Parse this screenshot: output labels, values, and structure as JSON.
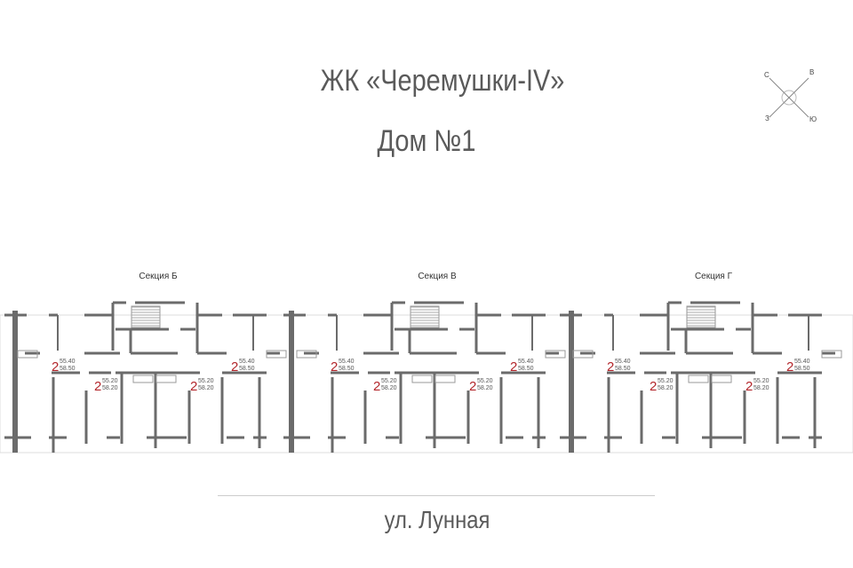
{
  "title": "ЖК «Черемушки-IV»",
  "house": "Дом №1",
  "street": "ул. Лунная",
  "compass": {
    "n": "С",
    "e": "В",
    "s": "Ю",
    "w": "З"
  },
  "sections": [
    {
      "name": "Секция Б",
      "units": [
        {
          "rooms": "2",
          "a": "55.40",
          "b": "58.50"
        },
        {
          "rooms": "2",
          "a": "55.20",
          "b": "58.20"
        },
        {
          "rooms": "2",
          "a": "55.20",
          "b": "58.20"
        },
        {
          "rooms": "2",
          "a": "55.40",
          "b": "58.50"
        }
      ]
    },
    {
      "name": "Секция В",
      "units": [
        {
          "rooms": "2",
          "a": "55.40",
          "b": "58.50"
        },
        {
          "rooms": "2",
          "a": "55.20",
          "b": "58.20"
        },
        {
          "rooms": "2",
          "a": "55.20",
          "b": "58.20"
        },
        {
          "rooms": "2",
          "a": "55.40",
          "b": "58.50"
        }
      ]
    },
    {
      "name": "Секция Г",
      "units": [
        {
          "rooms": "2",
          "a": "55.40",
          "b": "58.50"
        },
        {
          "rooms": "2",
          "a": "55.20",
          "b": "58.20"
        },
        {
          "rooms": "2",
          "a": "55.20",
          "b": "58.20"
        },
        {
          "rooms": "2",
          "a": "55.40",
          "b": "58.50"
        }
      ]
    }
  ],
  "colors": {
    "wall": "#6b6b6b",
    "unit": "#b3262b"
  }
}
